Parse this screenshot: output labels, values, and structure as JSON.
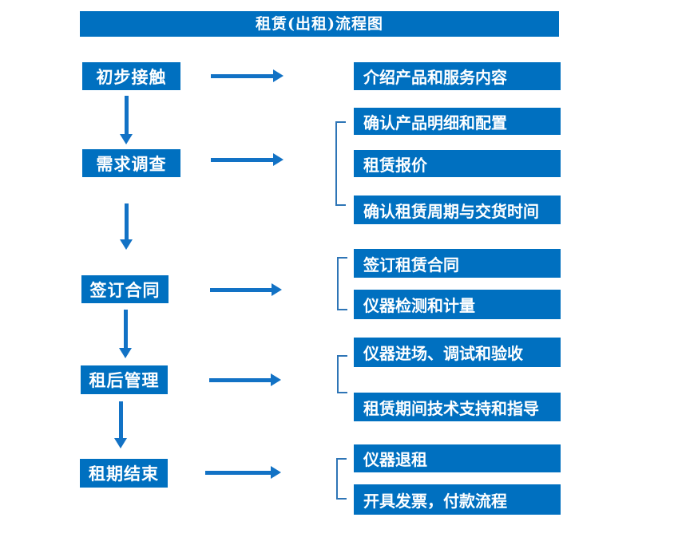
{
  "title": "租赁(出租)流程图",
  "colors": {
    "box_blue": "#0070C0",
    "arrow_blue": "#1272C5",
    "bracket_blue": "#2E75B6",
    "text": "#FFFFFF",
    "page_bg": "#FFFFFF"
  },
  "left_steps": [
    {
      "label": "初步接触"
    },
    {
      "label": "需求调查"
    },
    {
      "label": "签订合同"
    },
    {
      "label": "租后管理"
    },
    {
      "label": "租期结束"
    }
  ],
  "right_items": [
    {
      "label": "介绍产品和服务内容"
    },
    {
      "label": "确认产品明细和配置"
    },
    {
      "label": "租赁报价"
    },
    {
      "label": "确认租赁周期与交货时间"
    },
    {
      "label": "签订租赁合同"
    },
    {
      "label": "仪器检测和计量"
    },
    {
      "label": "仪器进场、调试和验收"
    },
    {
      "label": "租赁期间技术支持和指导"
    },
    {
      "label": "仪器退租"
    },
    {
      "label": "开具发票，付款流程"
    }
  ]
}
